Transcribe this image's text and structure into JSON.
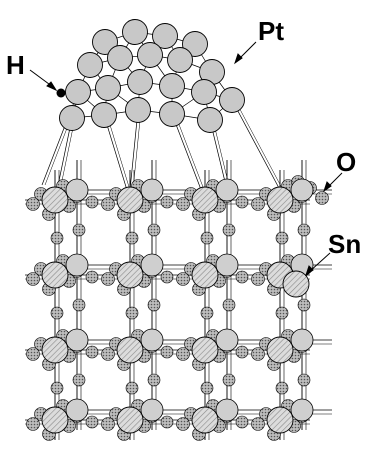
{
  "labels": {
    "h": "H",
    "pt": "Pt",
    "o": "O",
    "sn": "Sn"
  },
  "colors": {
    "background": "#ffffff",
    "line": "#000000",
    "pt_atom": "#c8c8c8",
    "sn_atom": "#d4d4d4",
    "o_atom": "#9a9a9a",
    "h_atom": "#000000"
  },
  "structure": {
    "sn_layers": 4,
    "sn_per_layer": 4,
    "pt_cluster_atoms": 20,
    "h_atoms": 1
  }
}
